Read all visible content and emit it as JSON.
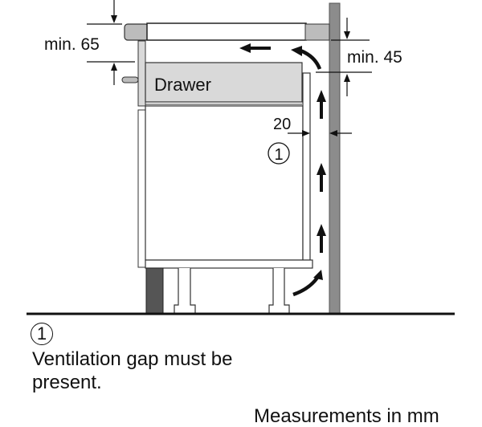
{
  "diagram": {
    "labels": {
      "drawer": "Drawer",
      "top_gap": "min. 65",
      "side_gap": "min. 45",
      "rear_gap": "20",
      "marker": "1"
    },
    "note": {
      "marker": "1",
      "text": "Ventilation gap must be present."
    },
    "units": "Measurements in mm",
    "colors": {
      "wall": "#8c8c8c",
      "worktop": "#bcbcbc",
      "drawer": "#d9d9d9",
      "plinth": "#555555",
      "line": "#111111"
    }
  }
}
